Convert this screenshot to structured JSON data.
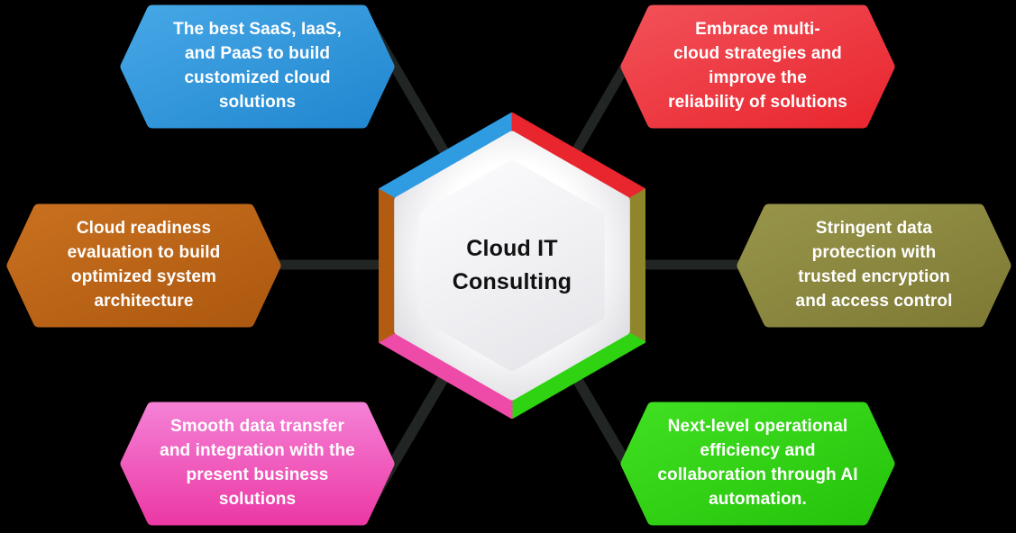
{
  "diagram": {
    "background": "#000000",
    "connector_color": "#212523",
    "center": {
      "label": "Cloud IT\nConsulting",
      "text_color": "#111111",
      "segments": {
        "top_left": "#2f9ce2",
        "top_right": "#e9252e",
        "right": "#8f862c",
        "bottom_right": "#2fd312",
        "bottom_left": "#ee4aa8",
        "left": "#b25c12"
      }
    },
    "nodes": [
      {
        "id": "top-left",
        "text": "The best SaaS, IaaS,\nand PaaS to build\ncustomized cloud\nsolutions",
        "color_start": "#46a7e6",
        "color_end": "#2187cf"
      },
      {
        "id": "top-right",
        "text": "Embrace multi-\ncloud strategies and\nimprove the\nreliability of solutions",
        "color_start": "#f25058",
        "color_end": "#e9262f"
      },
      {
        "id": "left",
        "text": "Cloud readiness\nevaluation to build\noptimized system\narchitecture",
        "color_start": "#c8701f",
        "color_end": "#ad5810"
      },
      {
        "id": "right",
        "text": "Stringent data\nprotection with\ntrusted encryption\nand access control",
        "color_start": "#97944a",
        "color_end": "#7e7a35"
      },
      {
        "id": "bottom-left",
        "text": "Smooth data transfer\nand integration with the\npresent business\nsolutions",
        "color_start": "#f47fd4",
        "color_end": "#ec3ba6"
      },
      {
        "id": "bottom-right",
        "text": "Next-level operational\nefficiency and\ncollaboration through AI\nautomation.",
        "color_start": "#40df21",
        "color_end": "#25c40b"
      }
    ]
  }
}
